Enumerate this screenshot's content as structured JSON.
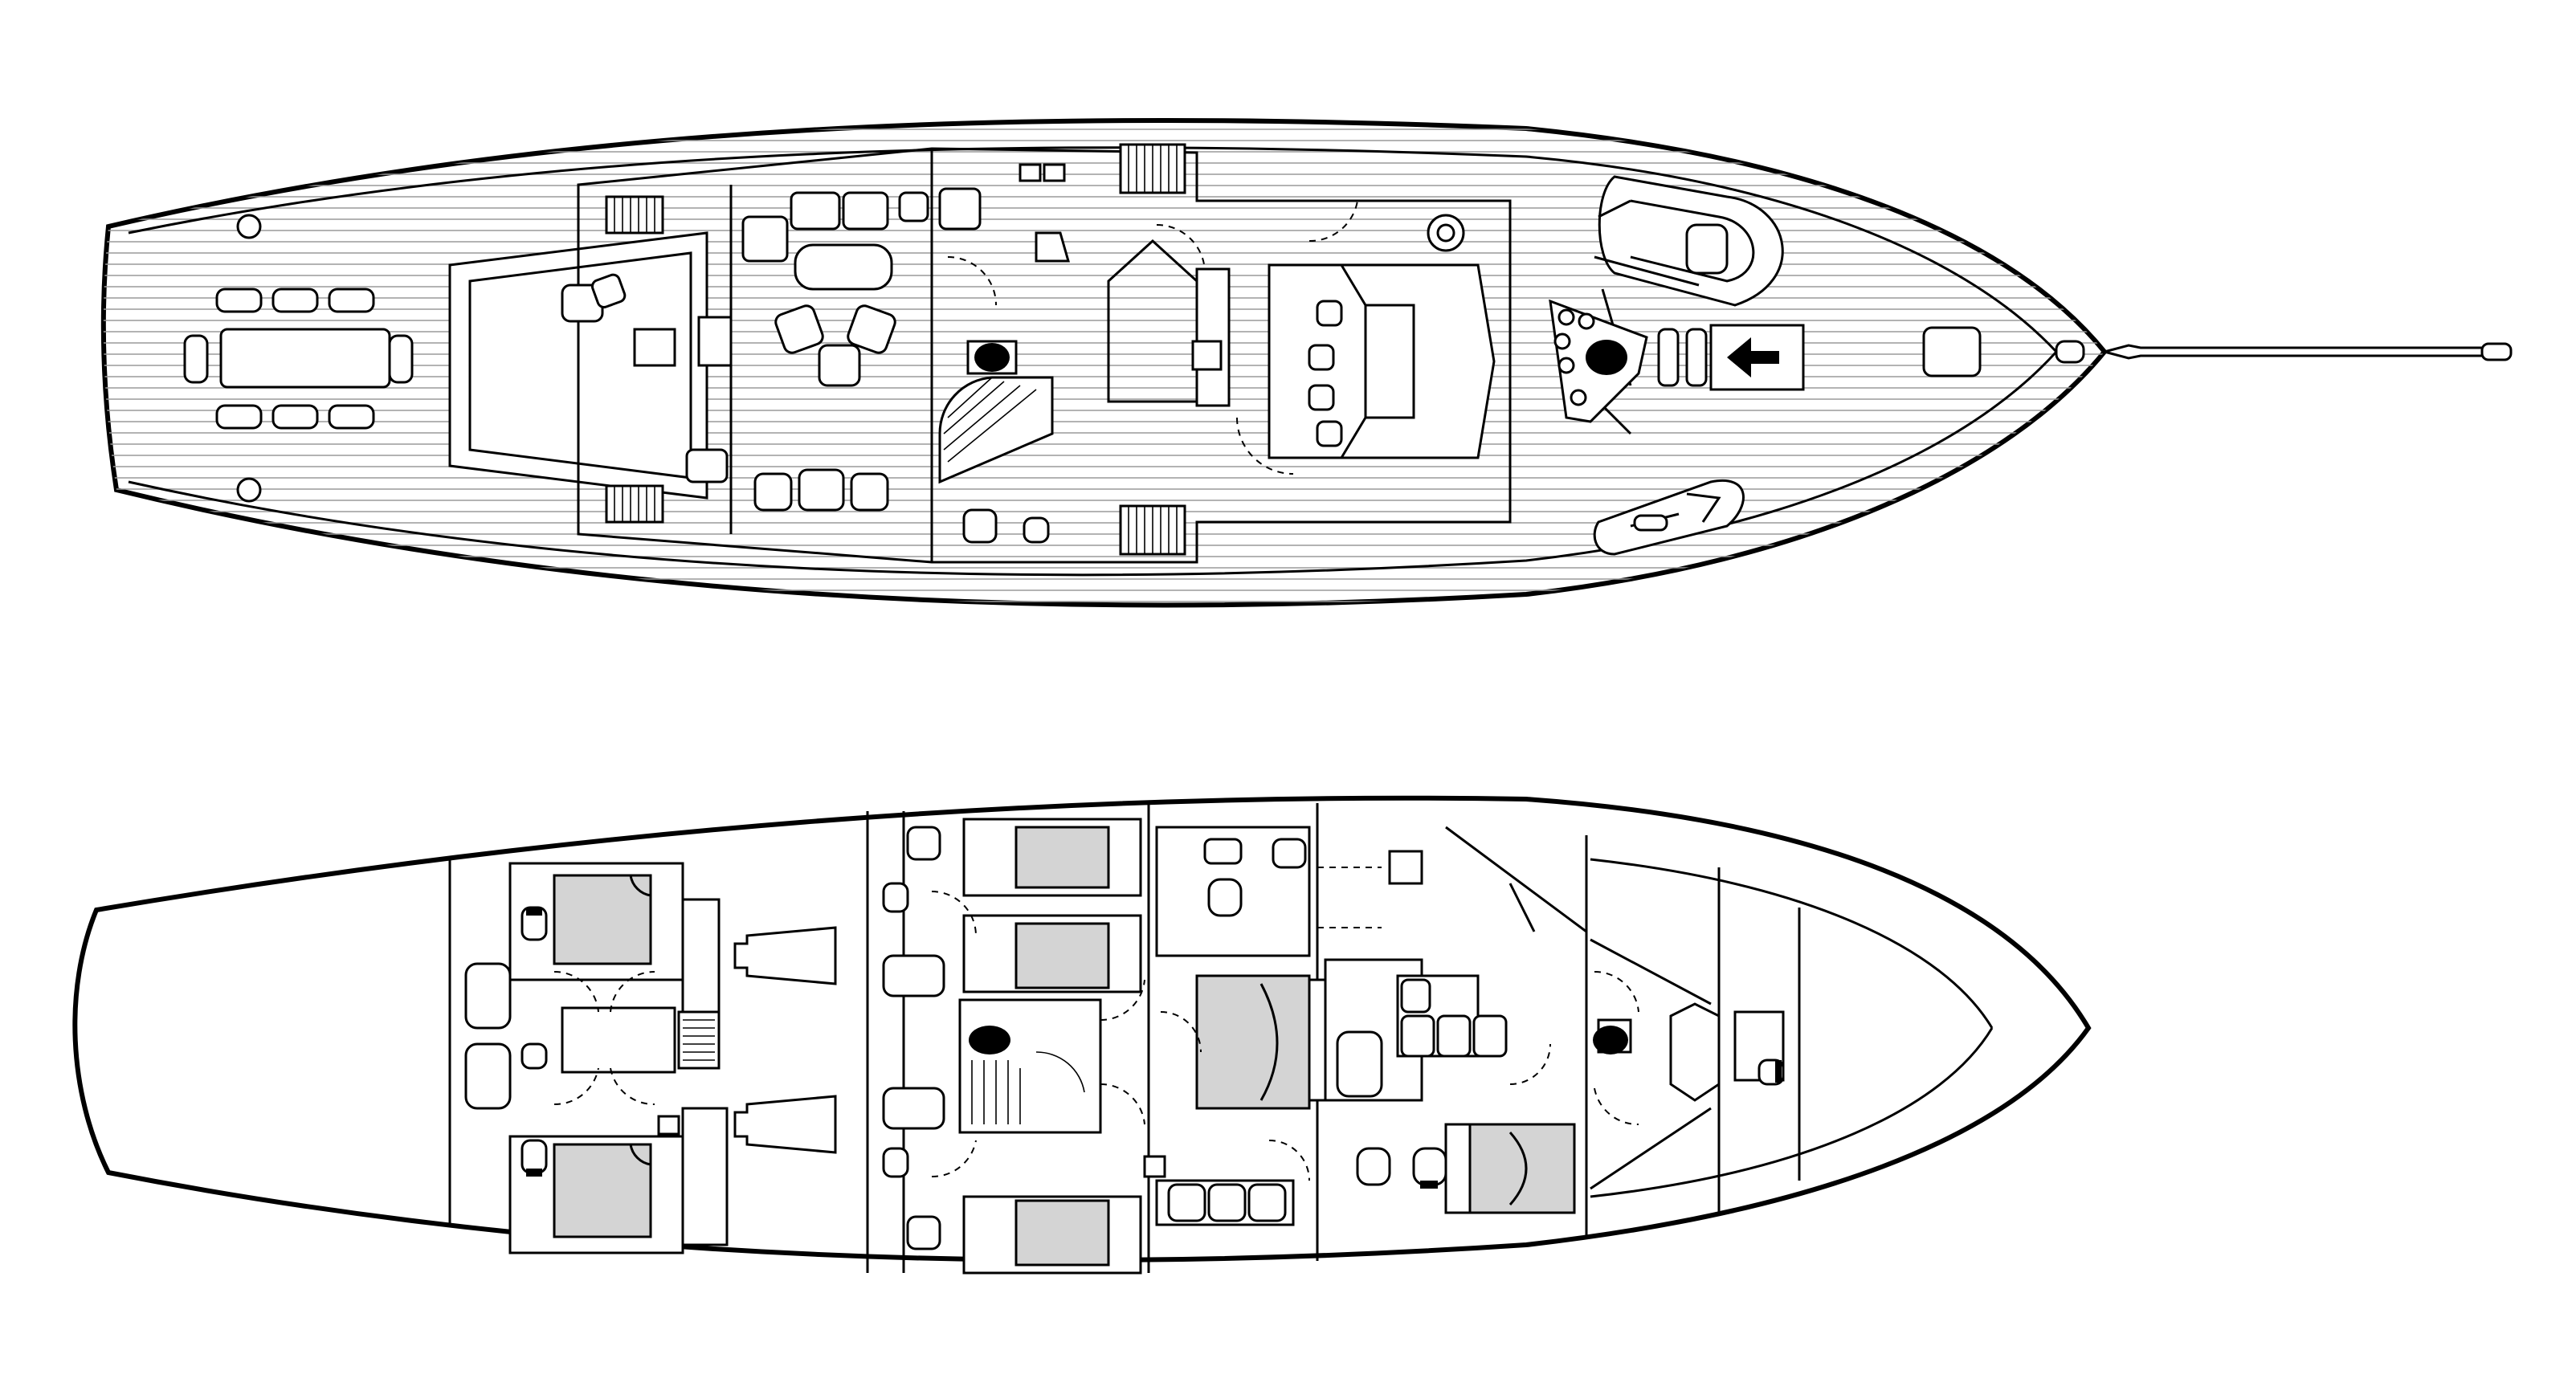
{
  "title": "",
  "colors": {
    "line": "#000000",
    "bed_fill": "#d4d4d4",
    "deck_planking": "#9a9a9a",
    "background": "#ffffff"
  },
  "views": [
    {
      "id": "main-deck",
      "kind": "deck-plan"
    },
    {
      "id": "lower-deck",
      "kind": "deck-plan"
    }
  ]
}
